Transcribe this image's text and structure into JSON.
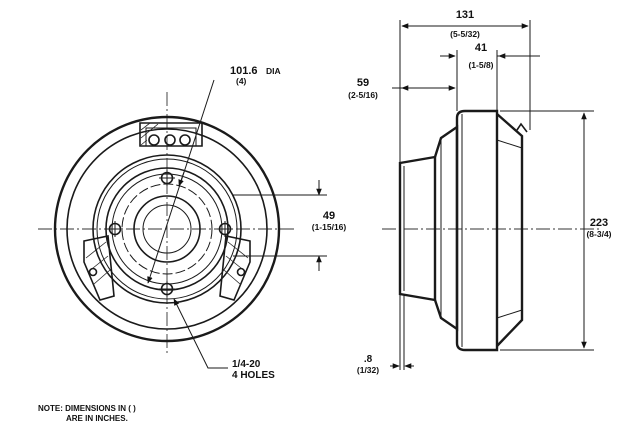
{
  "front_view": {
    "bore_dia": "101.6",
    "bore_dia_suffix": "DIA",
    "bore_dia_inch": "(4)",
    "bolt_spacing": "49",
    "bolt_spacing_inch": "(1-15/16)",
    "holes_thread": "1/4-20",
    "holes_count": "4 HOLES"
  },
  "side_view": {
    "overall_depth": "131",
    "overall_depth_inch": "(5-5/32)",
    "rear_depth": "41",
    "rear_depth_inch": "(1-5/8)",
    "front_depth": "59",
    "front_depth_inch": "(2-5/16)",
    "diameter": "223",
    "diameter_inch": "(8-3/4)",
    "flange": ".8",
    "flange_inch": "(1/32)"
  },
  "note": {
    "line1": "NOTE: DIMENSIONS IN (    )",
    "line2": "ARE IN INCHES."
  }
}
